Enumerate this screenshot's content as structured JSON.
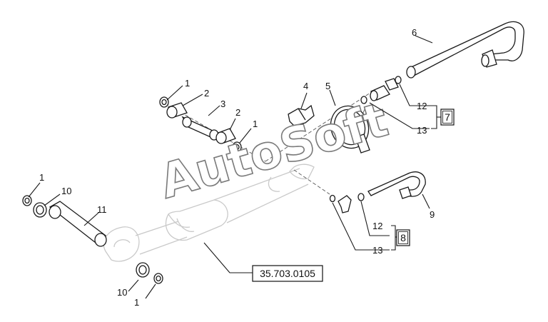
{
  "watermark": "AutoSoft",
  "reference_box": "35.703.0105",
  "callouts": {
    "c1_top": "1",
    "c2_top": "2",
    "c3": "3",
    "c2_mid": "2",
    "c1_mid": "1",
    "c4": "4",
    "c5": "5",
    "c6": "6",
    "c12_top": "12",
    "c13_top": "13",
    "c7": "7",
    "c1_left": "1",
    "c10_left": "10",
    "c11": "11",
    "c9": "9",
    "c12_bot": "12",
    "c13_bot": "13",
    "c8": "8",
    "c10_bot": "10",
    "c1_bot": "1"
  }
}
